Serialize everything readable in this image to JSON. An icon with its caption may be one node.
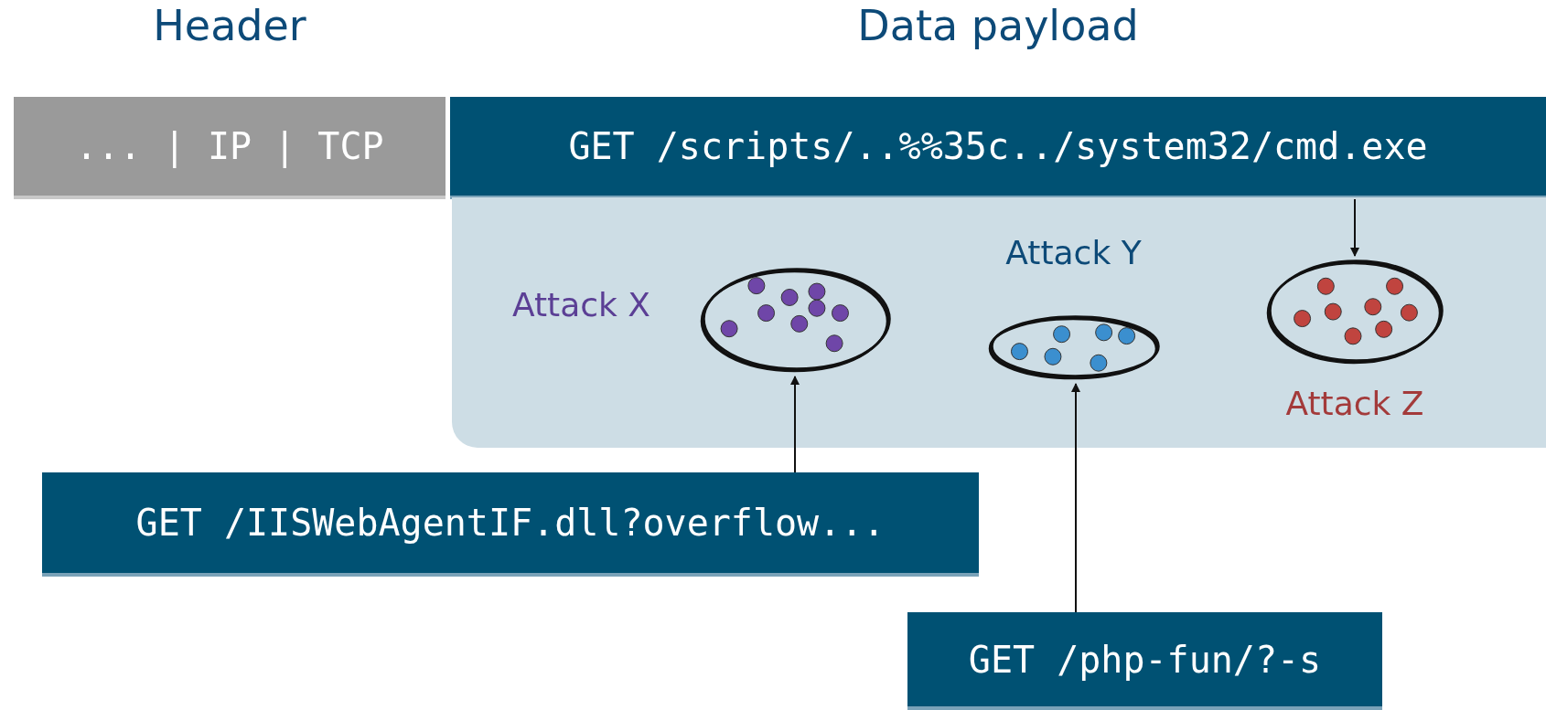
{
  "diagram": {
    "nodes": [
      {
        "text": [
          "Header",
          "... | IP | TCP"
        ]
      },
      {
        "text": [
          "Data payload",
          "GET /scripts/..%%35c../system32/cmd.exe"
        ]
      },
      {
        "text": [],
        "shape": "box"
      },
      {
        "text": [
          "Attack X"
        ],
        "in": 2
      },
      {
        "text": [
          "Attack Y"
        ],
        "in": 2
      },
      {
        "text": [
          "Attack Z"
        ],
        "in": 2
      },
      {
        "text": [
          "GET /IISWebAgentIF.dll?overflow..."
        ]
      },
      {
        "text": [
          "GET /php-fun/?-s"
        ]
      }
    ],
    "edges": [
      {
        "from": 1,
        "to": 5,
        "arrow": "to"
      },
      {
        "from": 6,
        "to": 3,
        "arrow": "to"
      },
      {
        "from": 7,
        "to": 4,
        "arrow": "to"
      }
    ]
  }
}
